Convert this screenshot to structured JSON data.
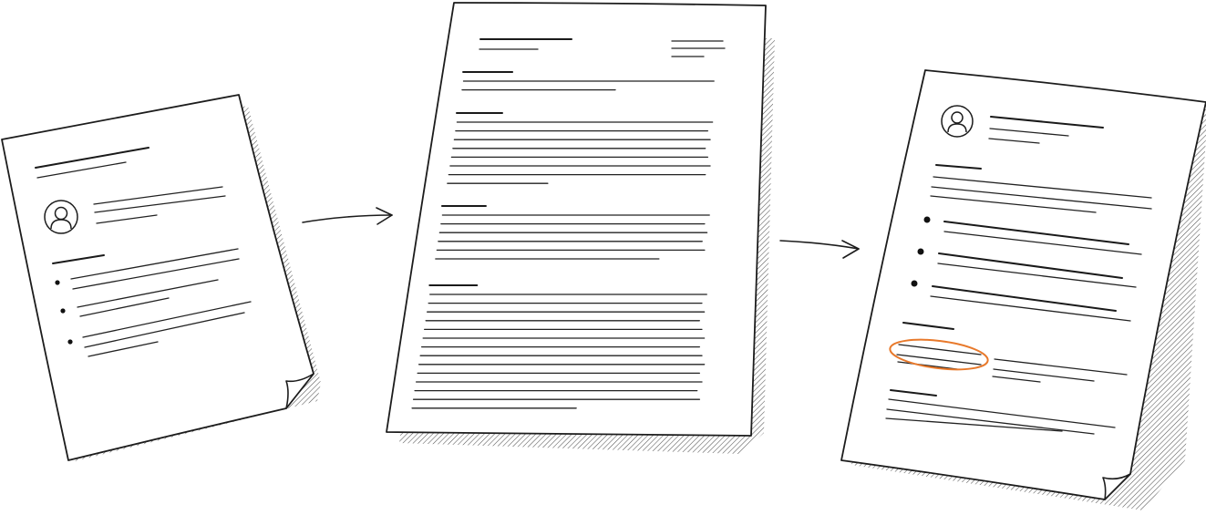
{
  "illustration": {
    "documents": [
      {
        "id": "short-resume",
        "sections": 1,
        "bullets": 3,
        "has_avatar": true,
        "folded_corner": true
      },
      {
        "id": "long-text-document",
        "sections": 4,
        "bullets": 0,
        "has_avatar": false,
        "folded_corner": false
      },
      {
        "id": "structured-resume",
        "sections": 3,
        "bullets": 3,
        "has_avatar": true,
        "folded_corner": true,
        "highlighted_item": true
      }
    ],
    "arrows": 2
  },
  "colors": {
    "ink": "#1c1c1c",
    "paper": "#ffffff",
    "shadow": "#555555",
    "highlight": "#e8792b"
  },
  "icons": {
    "avatar": "person-avatar-icon",
    "arrow": "arrow-right-icon",
    "bullet": "bullet-dot-icon",
    "highlight": "highlight-ellipse-icon"
  }
}
